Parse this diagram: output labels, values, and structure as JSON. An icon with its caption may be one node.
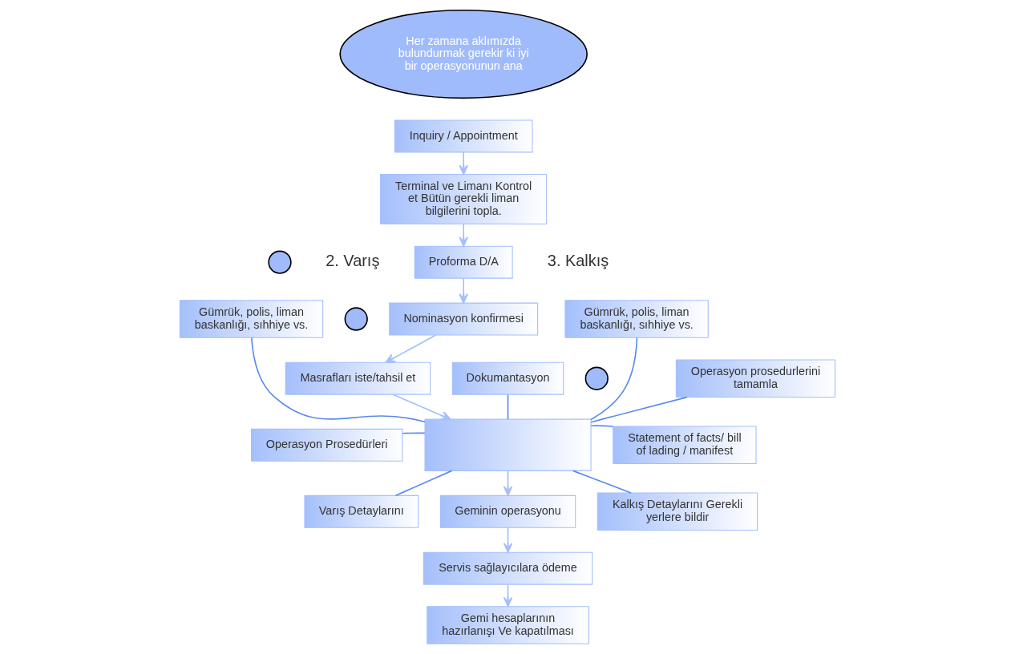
{
  "diagram": {
    "nodes": [
      {
        "text": [
          "Her zamana aklımızda bulundurmak gerekir ki iyi bir operasyonunun ana"
        ]
      },
      {
        "text": [
          "Inquiry / Appointment"
        ]
      },
      {
        "text": [
          "Terminal ve Limanı Kontrol et Bütün gerekli liman bilgilerini topla."
        ]
      },
      {
        "text": [
          "Proforma D/A"
        ]
      },
      {
        "text": [
          "Nominasyon konfirmesi"
        ]
      },
      {
        "text": [
          "Masrafları iste/tahsil et"
        ]
      },
      {
        "text": [],
        "shape": "box"
      },
      {
        "text": [
          "Geminin operasyonu"
        ]
      },
      {
        "text": [
          "Servis sağlayıcılara ödeme"
        ]
      },
      {
        "text": [
          "Gemi hesaplarının hazırlanışı Ve kapatılması"
        ]
      },
      {
        "text": [
          "Gümrük, polis, liman baskanlığı, sıhhiye vs."
        ]
      },
      {
        "text": [
          "Dokumantasyon"
        ]
      },
      {
        "text": [
          "Operasyon Prosedürleri"
        ]
      },
      {
        "text": [
          "Varış Detaylarını"
        ]
      },
      {
        "text": [
          "Gümrük, polis, liman baskanlığı, sıhhiye vs."
        ]
      },
      {
        "text": [
          "Operasyon prosedurlerini tamamla"
        ]
      },
      {
        "text": [
          "Statement of facts/ bill of lading / manifest"
        ]
      },
      {
        "text": [
          "Kalkış Detaylarını Gerekli yerlere bildir"
        ]
      },
      {
        "text": [],
        "shape": "circle"
      },
      {
        "text": [],
        "shape": "circle"
      },
      {
        "text": [],
        "shape": "circle"
      }
    ],
    "edges": [
      {
        "from": 1,
        "to": 2,
        "arrow": "to"
      },
      {
        "from": 2,
        "to": 3,
        "arrow": "to"
      },
      {
        "from": 3,
        "to": 4,
        "arrow": "to"
      },
      {
        "from": 4,
        "to": 5,
        "arrow": "to"
      },
      {
        "from": 5,
        "to": 6,
        "arrow": "to"
      },
      {
        "from": 6,
        "to": 7,
        "arrow": "to"
      },
      {
        "from": 7,
        "to": 8,
        "arrow": "to"
      },
      {
        "from": 8,
        "to": 9,
        "arrow": "to"
      },
      {
        "from": 10,
        "to": 6,
        "arrow": "none",
        "color": "#5b8af0"
      },
      {
        "from": 11,
        "to": 6,
        "arrow": "none",
        "color": "#5b8af0"
      },
      {
        "from": 12,
        "to": 6,
        "arrow": "none",
        "color": "#5b8af0"
      },
      {
        "from": 13,
        "to": 6,
        "arrow": "none",
        "color": "#5b8af0"
      },
      {
        "from": 6,
        "to": 14,
        "arrow": "none",
        "color": "#5b8af0"
      },
      {
        "from": 6,
        "to": 15,
        "arrow": "none",
        "color": "#5b8af0"
      },
      {
        "from": 6,
        "to": 16,
        "arrow": "none",
        "color": "#5b8af0"
      },
      {
        "from": 6,
        "to": 17,
        "arrow": "none",
        "color": "#5b8af0"
      }
    ],
    "labels": [
      "2. Varış",
      "3. Kalkış"
    ]
  }
}
